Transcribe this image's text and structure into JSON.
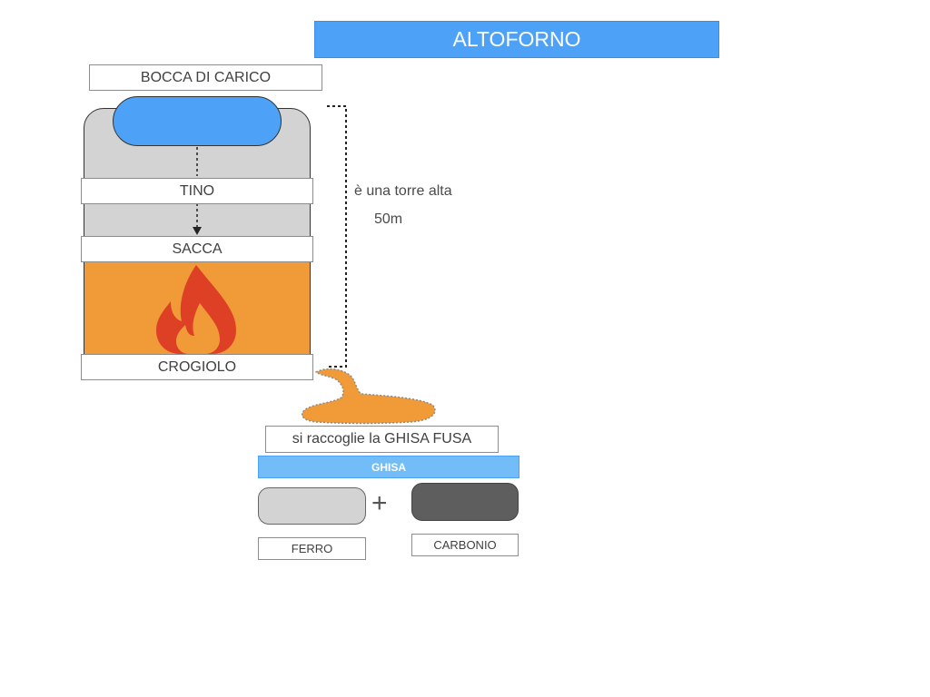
{
  "title": "ALTOFORNO",
  "furnace": {
    "mouth_label": "BOCCA DI CARICO",
    "shaft_label": "TINO",
    "belly_label": "SACCA",
    "hearth_label": "CROGIOLO"
  },
  "height_note": {
    "line1": "è una torre alta",
    "line2": "50m"
  },
  "collection_label": "si raccoglie la GHISA FUSA",
  "composition": {
    "header": "GHISA",
    "plus_sign": "+",
    "left_label": "FERRO",
    "right_label": "CARBONIO"
  },
  "colors": {
    "title_blue": "#4da2f7",
    "ghisa_blue": "#72bdf8",
    "furnace_gray": "#d4d3d4",
    "fire_orange": "#f09b38",
    "flame_red": "#de4026",
    "carbon_dark": "#5e5e5e"
  },
  "icons": [
    "flame-icon",
    "molten-iron-puddle",
    "arrow-down-icon"
  ]
}
